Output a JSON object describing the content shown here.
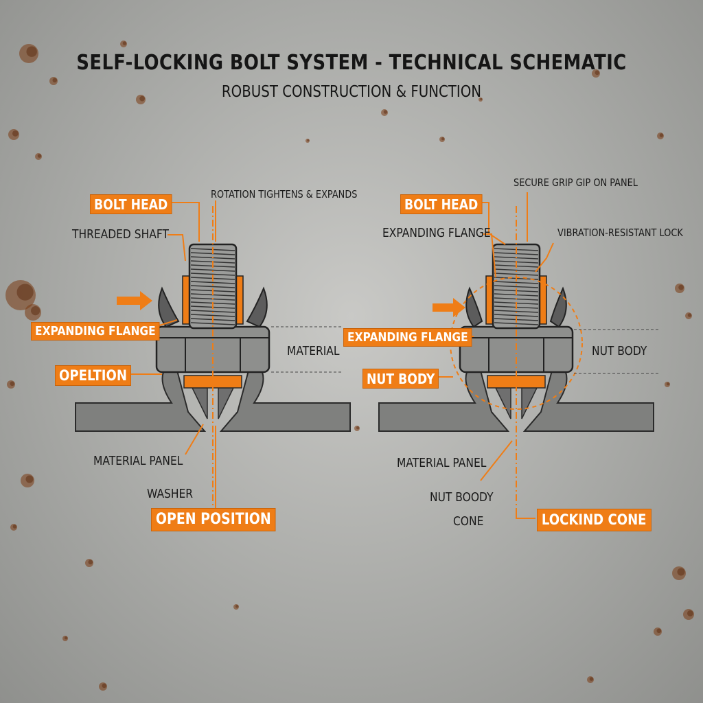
{
  "title": "SELF-LOCKING BOLT SYSTEM - TECHNICAL SCHEMATIC",
  "subtitle": "ROBUST CONSTRUCTION & FUNCTION",
  "colors": {
    "accent": "#ef7d16",
    "ink": "#1a1a1a",
    "metal": "#8c8c8c",
    "rust": "#7a3b12"
  },
  "left_diagram": {
    "bolt_head": "BOLT HEAD",
    "rotation_note": "ROTATION TIGHTENS & EXPANDS",
    "threaded_shaft": "THREADED SHAFT",
    "expanding_flange": "EXPANDING FLANGE",
    "material": "MATERIAL",
    "opeltion": "OPELTION",
    "material_panel": "MATERIAL PANEL",
    "washer": "WASHER",
    "open_position": "OPEN POSITION"
  },
  "right_diagram": {
    "secure_grip": "SECURE GRIP GIP ON PANEL",
    "bolt_head": "BOLT HEAD",
    "expanding_flange_top": "EXPANDING FLANGE",
    "vibration_lock": "VIBRATION-RESISTANT LOCK",
    "expanding_flange": "EXPANDING FLANGE",
    "nut_body_right": "NUT BODY",
    "nut_body": "NUT BODY",
    "material_panel": "MATERIAL PANEL",
    "nut_boody": "NUT BOODY",
    "cone": "CONE",
    "lockind_cone": "LOCKIND CONE"
  }
}
